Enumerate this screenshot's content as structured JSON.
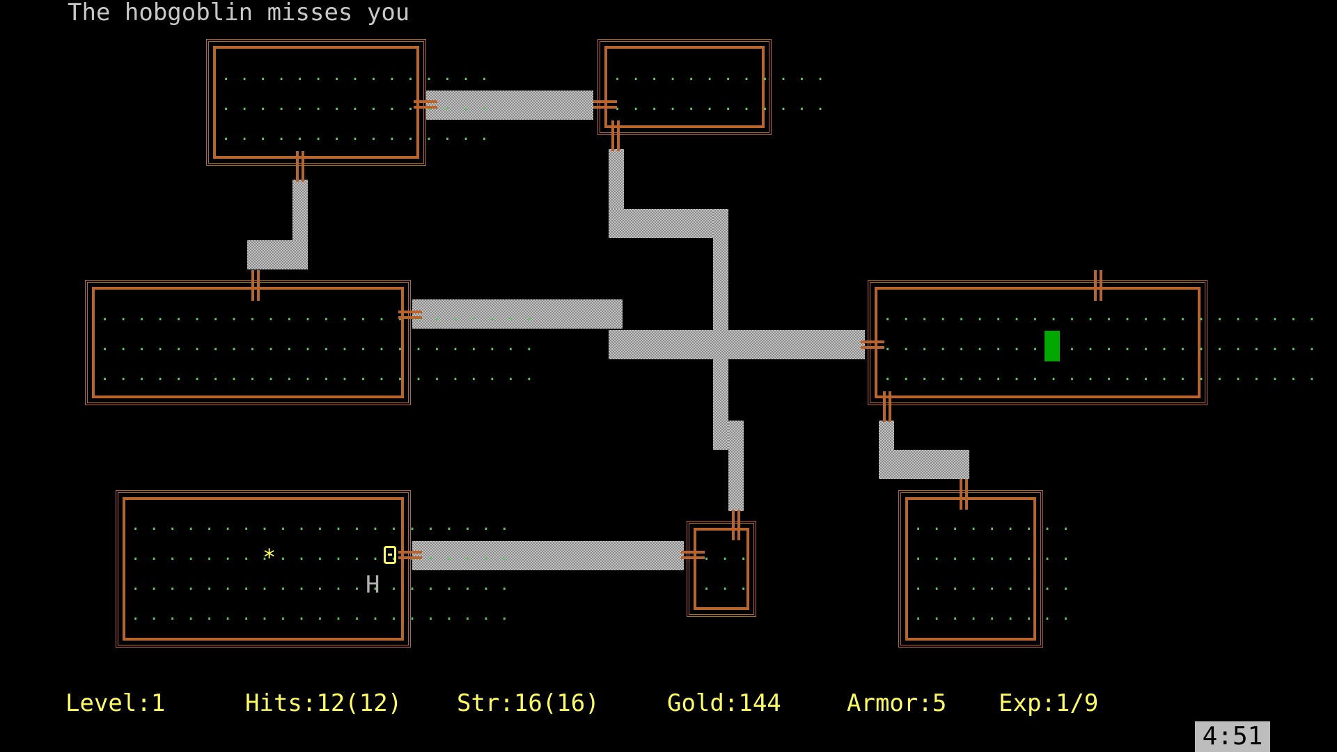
{
  "message": "The hobgoblin misses you",
  "status": {
    "level": "Level:1",
    "hits": "Hits:12(12)",
    "str": "Str:16(16)",
    "gold": "Gold:144",
    "armor": "Armor:5",
    "exp": "Exp:1/9"
  },
  "clock": "4:51",
  "map": {
    "gold_glyph": "*",
    "monster_glyph": "H",
    "floor_rows": {
      "r1": ". . . . . . . . . . . . . . .",
      "r2": ". . . . . . . . . . . .",
      "r3": ". . . . . . . . . . . . . . . . . . . . .",
      "r4": ". . . . . . . . . . . . . . . . . . . . . . . .",
      "r5": ". . . . . . . . . . . . . . . . . . .",
      "r6": ". . .",
      "r7": ". . . . . . . . ."
    }
  },
  "colors": {
    "wall": "#b8642a",
    "floor": "#55cc55",
    "player": "#00a800",
    "text": "#ffff55"
  }
}
